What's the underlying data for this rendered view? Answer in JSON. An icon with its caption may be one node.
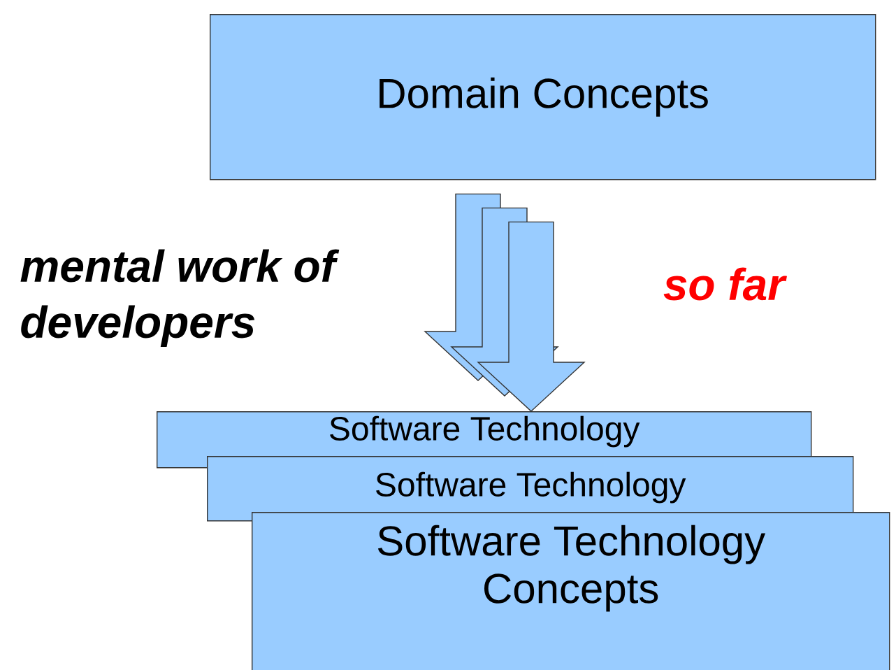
{
  "diagram": {
    "nodes": [
      {
        "text": [
          "Domain Concepts"
        ]
      },
      {
        "text": [
          "Software Technology"
        ]
      },
      {
        "text": [
          "Software Technology"
        ]
      },
      {
        "text": [
          "Software Technology Concepts"
        ]
      }
    ],
    "edges": [
      {
        "from": 0,
        "to": 1,
        "arrow": "to"
      },
      {
        "from": 0,
        "to": 2,
        "arrow": "to"
      },
      {
        "from": 0,
        "to": 3,
        "arrow": "to"
      }
    ],
    "labels": [
      "mental work of developers",
      "so far"
    ]
  }
}
